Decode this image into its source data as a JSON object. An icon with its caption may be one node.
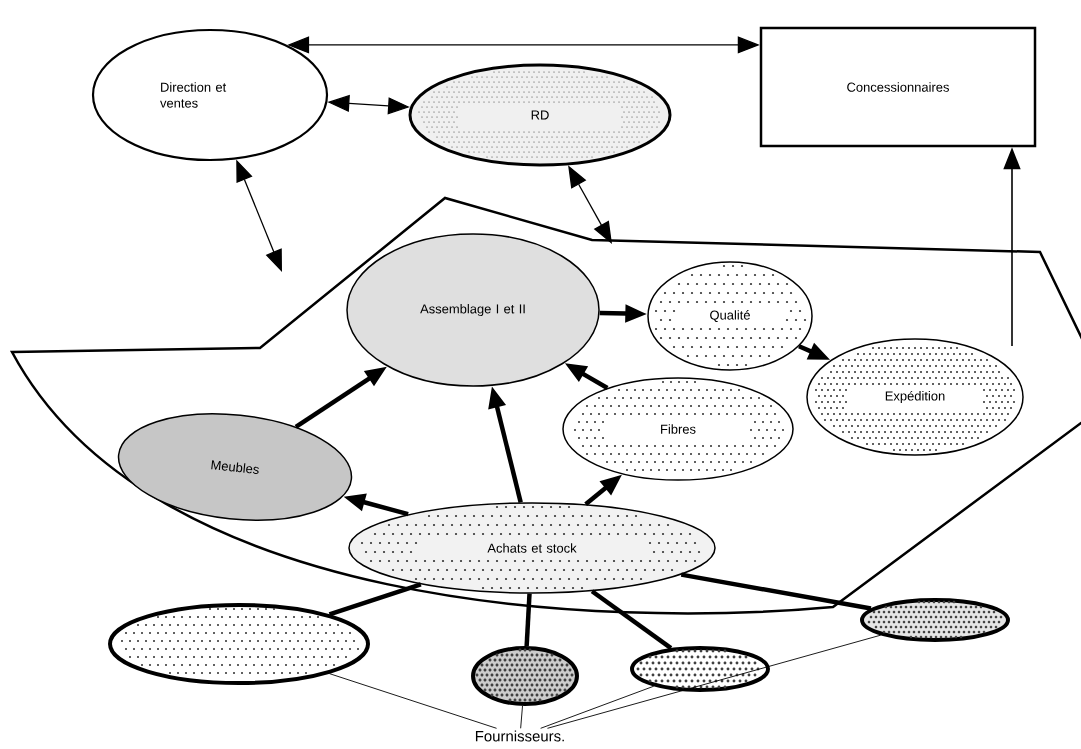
{
  "diagram": {
    "nodes": [
      {
        "text": [
          "Direction et ventes"
        ]
      },
      {
        "text": [
          "RD"
        ]
      },
      {
        "text": [
          "Concessionnaires"
        ]
      },
      {
        "text": [],
        "shape": "polygon"
      },
      {
        "text": [
          "Assemblage I et II"
        ],
        "in": 3
      },
      {
        "text": [
          "Qualité"
        ],
        "in": 3
      },
      {
        "text": [
          "Expédition"
        ],
        "in": 3
      },
      {
        "text": [
          "Meubles"
        ],
        "in": 3
      },
      {
        "text": [
          "Fibres"
        ],
        "in": 3
      },
      {
        "text": [
          "Achats et stock"
        ],
        "in": 3
      },
      {
        "text": [],
        "shape": "ellipse"
      },
      {
        "text": [],
        "shape": "ellipse"
      },
      {
        "text": [],
        "shape": "ellipse"
      },
      {
        "text": [],
        "shape": "ellipse"
      },
      {
        "text": [
          "Fournisseurs."
        ]
      }
    ],
    "edges": [
      {
        "from": 0,
        "to": 2,
        "arrow": "both"
      },
      {
        "from": 0,
        "to": 1,
        "arrow": "both"
      },
      {
        "from": 0,
        "to": 3,
        "arrow": "both"
      },
      {
        "from": 1,
        "to": 3,
        "arrow": "both"
      },
      {
        "from": 4,
        "to": 5,
        "arrow": "to"
      },
      {
        "from": 5,
        "to": 6,
        "arrow": "to"
      },
      {
        "from": 6,
        "to": 2,
        "arrow": "to"
      },
      {
        "from": 7,
        "to": 4,
        "arrow": "to"
      },
      {
        "from": 9,
        "to": 4,
        "arrow": "to"
      },
      {
        "from": 8,
        "to": 4,
        "arrow": "to"
      },
      {
        "from": 9,
        "to": 7,
        "arrow": "to"
      },
      {
        "from": 9,
        "to": 8,
        "arrow": "to"
      },
      {
        "from": 9,
        "to": 10,
        "arrow": "none"
      },
      {
        "from": 9,
        "to": 11,
        "arrow": "none"
      },
      {
        "from": 9,
        "to": 12,
        "arrow": "none"
      },
      {
        "from": 9,
        "to": 13,
        "arrow": "none"
      },
      {
        "from": 14,
        "to": 10,
        "arrow": "none"
      },
      {
        "from": 14,
        "to": 11,
        "arrow": "none"
      },
      {
        "from": 14,
        "to": 12,
        "arrow": "none"
      },
      {
        "from": 14,
        "to": 13,
        "arrow": "none"
      }
    ]
  }
}
